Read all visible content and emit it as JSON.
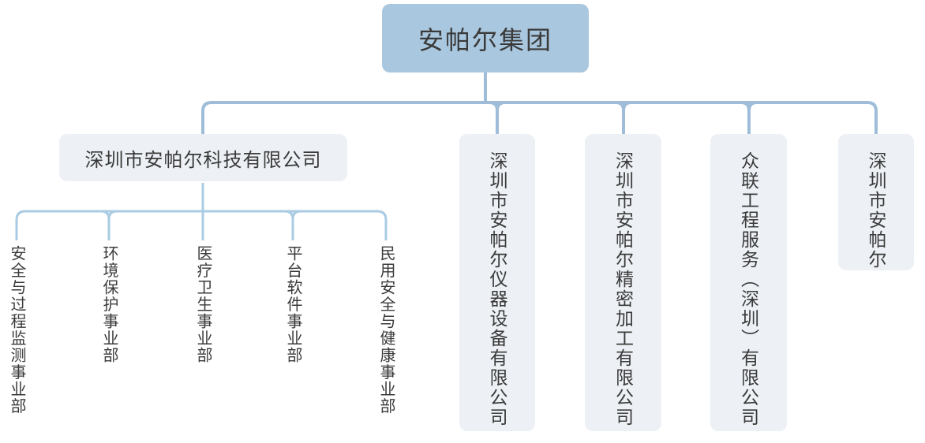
{
  "colors": {
    "root_fill": "#a9c7de",
    "node_fill": "#edf1f5",
    "connector_main": "#9fbdd8",
    "connector_sub": "#a9cbe3",
    "text_color": "#3a3a3a"
  },
  "org_chart": {
    "root": {
      "label": "安帕尔集团"
    },
    "subsidiaries": [
      {
        "label": "深圳市安帕尔科技有限公司",
        "orientation": "horizontal",
        "departments": [
          "安全与过程监测事业部",
          "环境保护事业部",
          "医疗卫生事业部",
          "平台软件事业部",
          "民用安全与健康事业部"
        ]
      },
      {
        "label": "深圳市安帕尔仪器设备有限公司",
        "orientation": "vertical"
      },
      {
        "label": "深圳市安帕尔精密加工有限公司",
        "orientation": "vertical"
      },
      {
        "label": "众联工程服务（深圳）有限公司",
        "orientation": "vertical"
      },
      {
        "label": "深圳市安帕尔",
        "orientation": "vertical"
      }
    ]
  }
}
